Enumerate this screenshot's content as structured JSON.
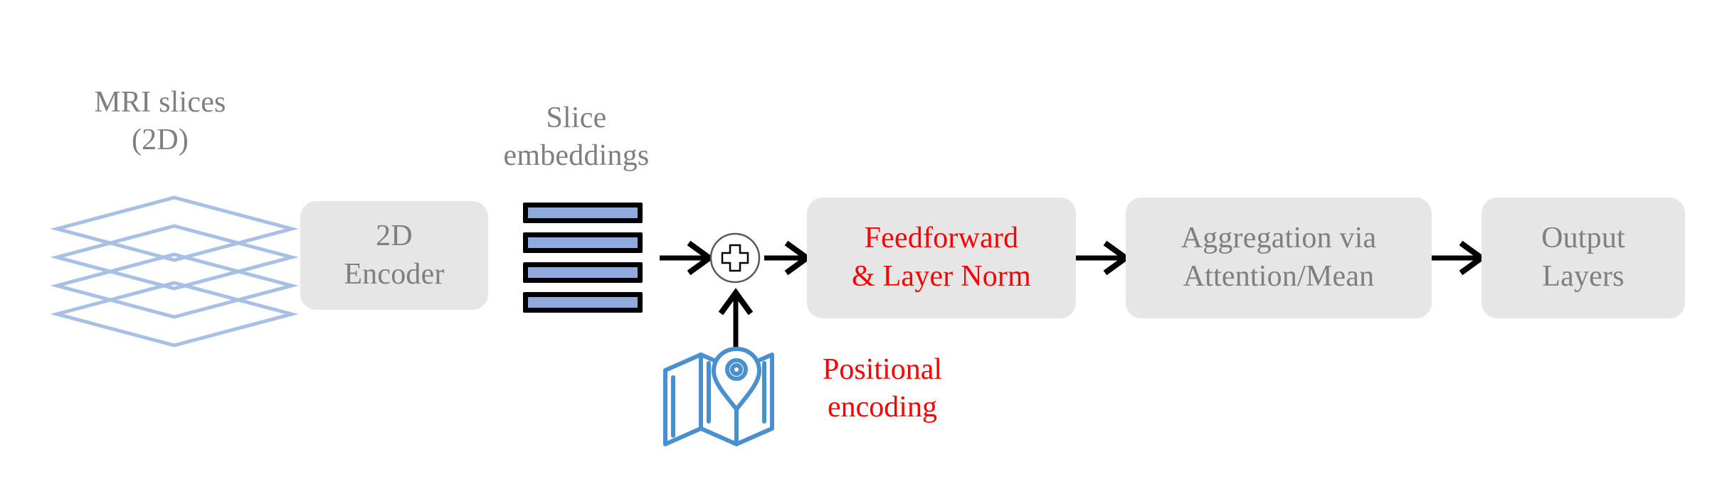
{
  "diagram": {
    "title": "Slice-based MRI transformer pipeline",
    "background_color": "#ffffff",
    "palette": {
      "box_fill": "#e7e6e6",
      "label_gray": "#7f7f7f",
      "highlight_red": "#ff0000",
      "slice_outline_blue": "#a8c0e5",
      "bar_fill_blue": "#8faadc",
      "bar_outline": "#000000",
      "map_icon_blue": "#4a90cf",
      "arrow_color": "#000000"
    }
  },
  "labels": {
    "mri_slices": "MRI slices\n(2D)",
    "slice_embeddings": "Slice\nembeddings",
    "positional_encoding": "Positional\nencoding"
  },
  "boxes": [
    {
      "id": "encoder",
      "label": "2D\nEncoder",
      "color": "#7f7f7f"
    },
    {
      "id": "feedforward",
      "label": "Feedforward\n& Layer Norm",
      "color": "#ff0000"
    },
    {
      "id": "aggregation",
      "label": "Aggregation via\nAttention/Mean",
      "color": "#7f7f7f"
    },
    {
      "id": "output",
      "label": "Output\nLayers",
      "color": "#7f7f7f"
    }
  ],
  "icons": {
    "slice_stack": {
      "name": "stacked-slices-icon",
      "layer_count": 4
    },
    "embedding_bars": {
      "name": "embedding-bars-icon",
      "bar_count": 4
    },
    "sum_node": {
      "name": "plus-circle-icon",
      "symbol": "+"
    },
    "map_pin": {
      "name": "map-pin-icon"
    }
  },
  "arrows": [
    {
      "id": "bars-to-sum",
      "direction": "right"
    },
    {
      "id": "sum-to-feedforward",
      "direction": "right"
    },
    {
      "id": "feedforward-to-aggregation",
      "direction": "right"
    },
    {
      "id": "aggregation-to-output",
      "direction": "right"
    },
    {
      "id": "posenc-to-sum",
      "direction": "up"
    }
  ]
}
